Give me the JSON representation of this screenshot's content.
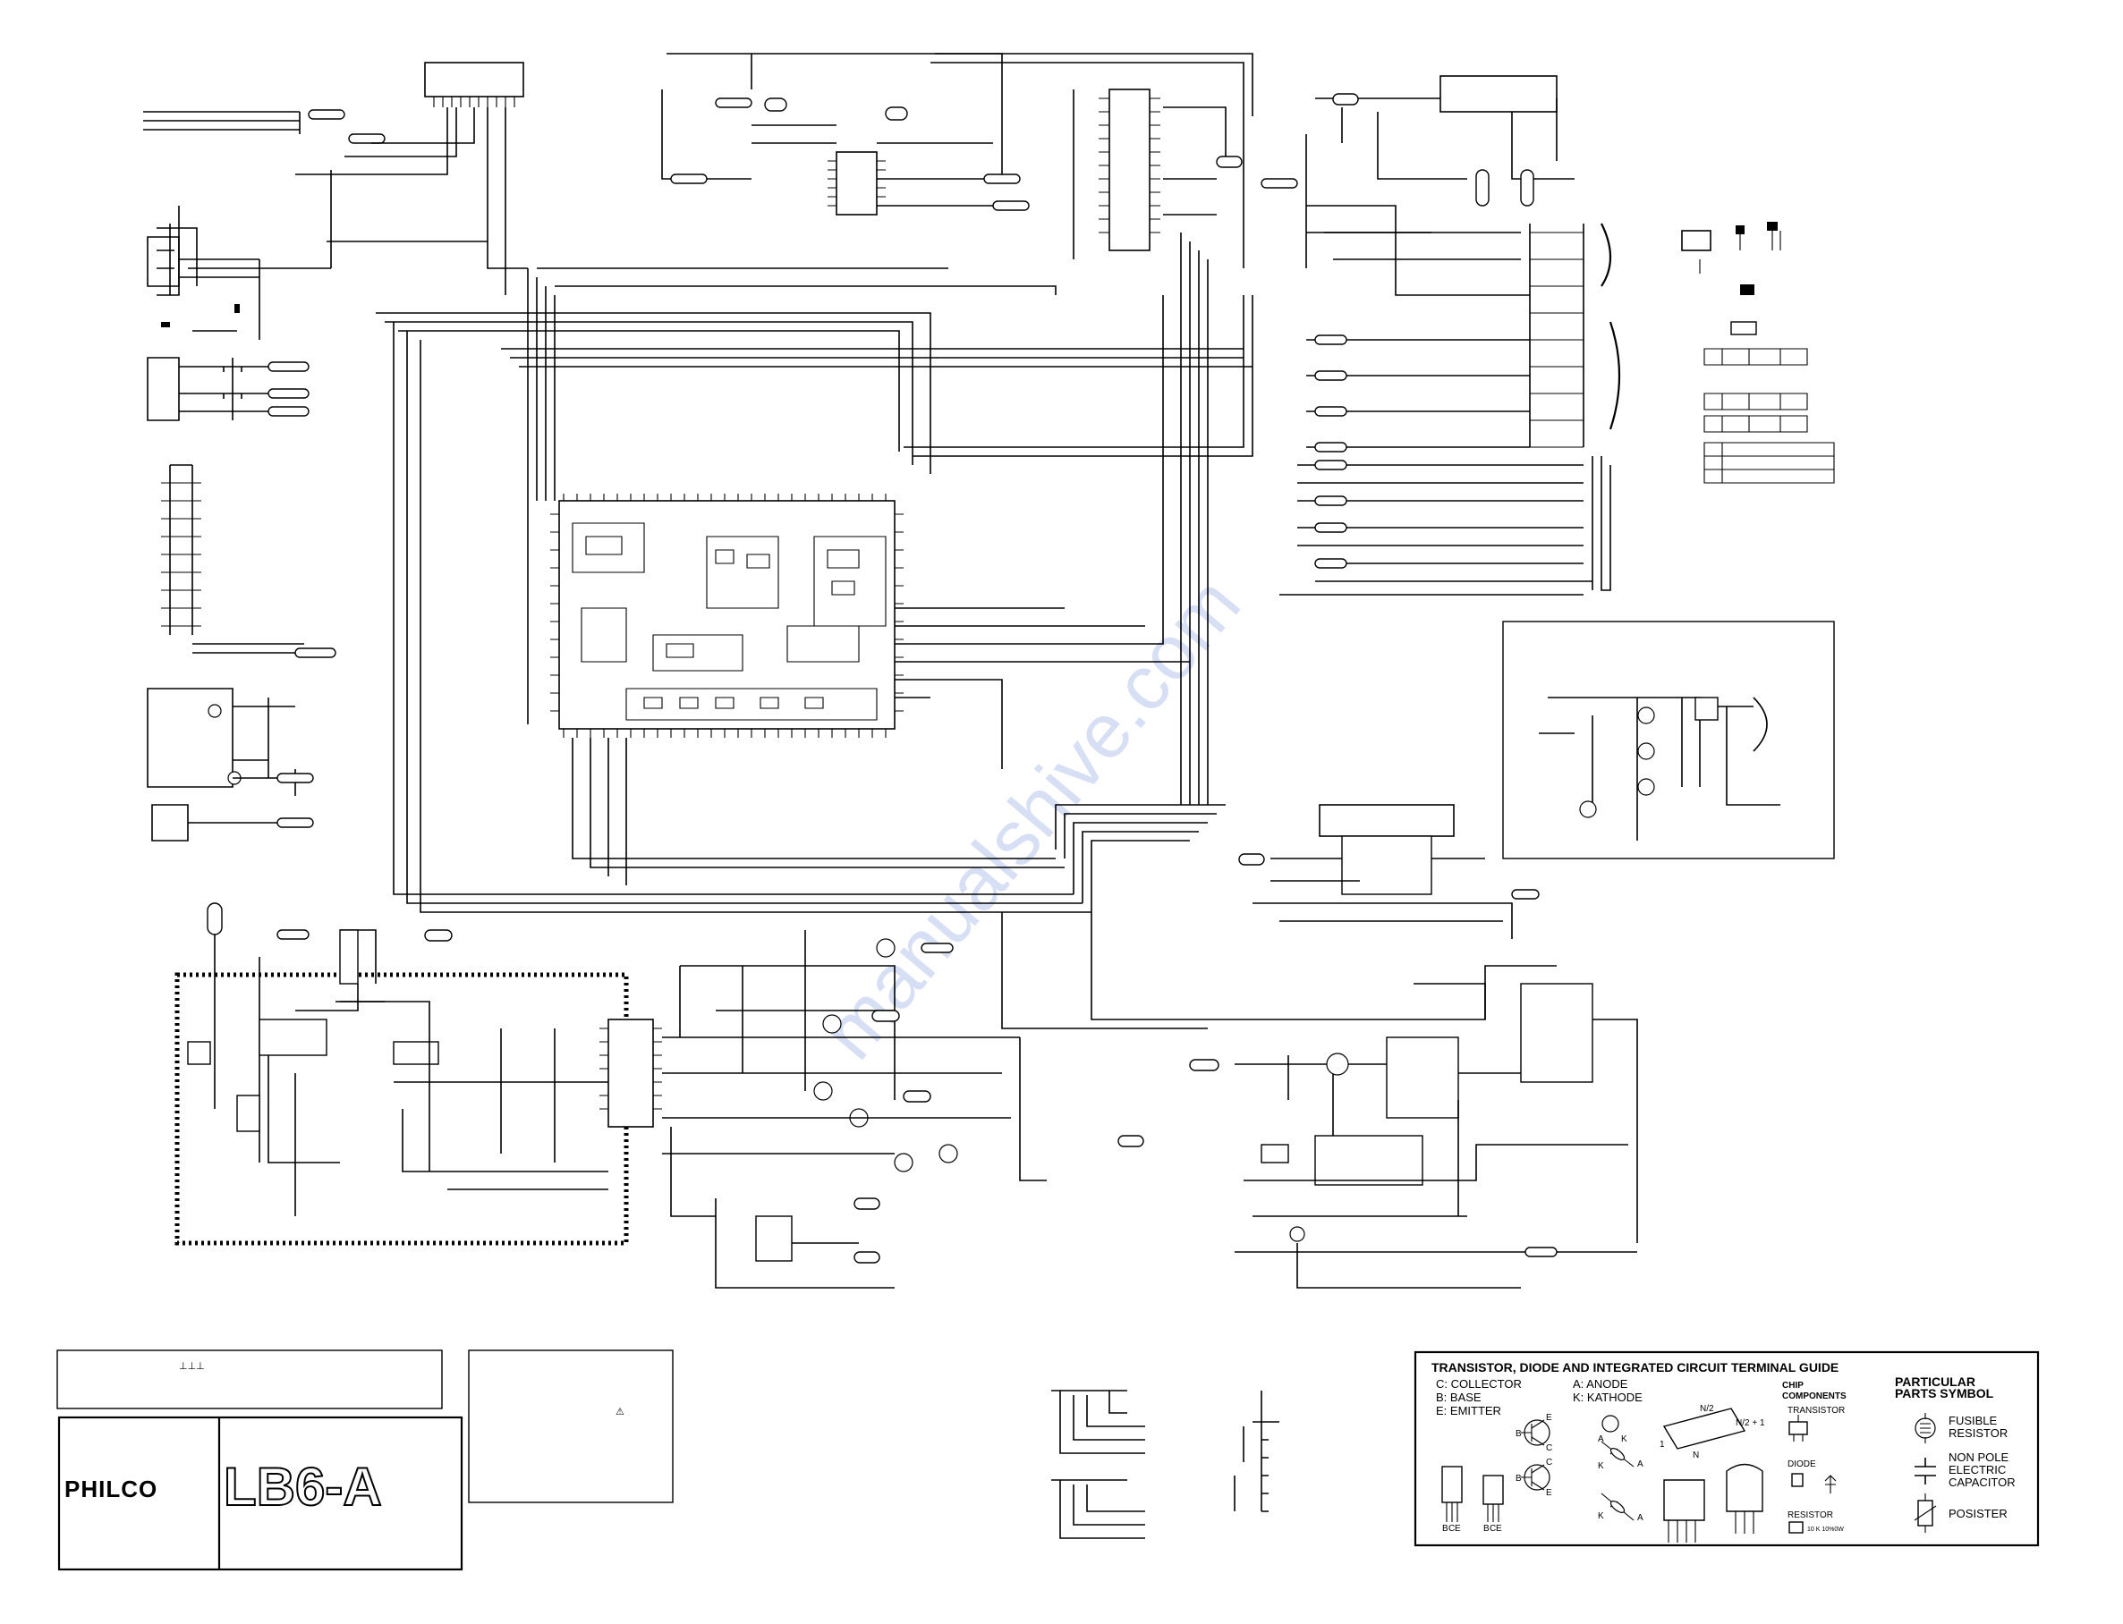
{
  "brand": "PHILCO",
  "model": "LB6-A",
  "watermark": "manualshive.com",
  "notes_box": {
    "symbol": "⊥⊥⊥",
    "warning_symbol": "⚠"
  },
  "terminal_guide": {
    "title": "TRANSISTOR, DIODE AND INTEGRATED CIRCUIT TERMINAL GUIDE",
    "transistor_legend": [
      "C: COLLECTOR",
      "B: BASE",
      "E: EMITTER"
    ],
    "diode_legend": [
      "A: ANODE",
      "K: KATHODE"
    ],
    "ic_pins": [
      "N/2",
      "N/2 + 1",
      "1",
      "N"
    ],
    "chip_components": {
      "title_line1": "CHIP",
      "title_line2": "COMPONENTS",
      "transistor": "TRANSISTOR",
      "diode": "DIODE",
      "resistor": "RESISTOR",
      "resistor_code": "10 K 10%0W"
    },
    "pin_letters": {
      "b": "B",
      "c": "C",
      "e": "E",
      "a": "A",
      "k": "K"
    }
  },
  "particular_parts": {
    "title_line1": "PARTICULAR",
    "title_line2": "PARTS SYMBOL",
    "items": [
      {
        "line1": "FUSIBLE",
        "line2": "RESISTOR"
      },
      {
        "line1": "NON POLE",
        "line2": "ELECTRIC",
        "line3": "CAPACITOR"
      },
      {
        "line1": "POSISTER"
      }
    ]
  },
  "icons": [
    "warning-icon",
    "transistor-symbol",
    "diode-symbol",
    "fusible-resistor-symbol",
    "non-pole-capacitor-symbol",
    "posister-symbol"
  ],
  "colors": {
    "ink": "#000000",
    "watermark": "#b8c6ee",
    "paper": "#ffffff"
  }
}
